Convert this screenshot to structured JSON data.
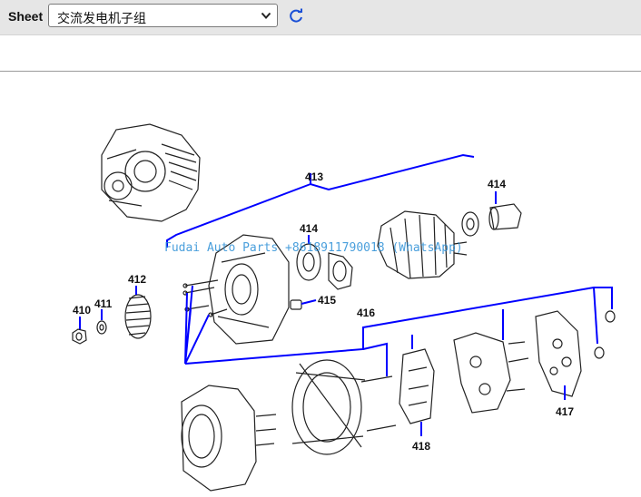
{
  "toolbar": {
    "sheet_label": "Sheet",
    "sheet_value": "交流发电机子组",
    "refresh_icon": "refresh-icon"
  },
  "diagram": {
    "line_color": "#0000ff",
    "watermark": "Fudai Auto Parts +8618911790018 (WhatsApp)",
    "callouts": {
      "c410": "410",
      "c411": "411",
      "c412": "412",
      "c413": "413",
      "c414a": "414",
      "c414b": "414",
      "c415": "415",
      "c416": "416",
      "c417": "417",
      "c418": "418"
    }
  }
}
